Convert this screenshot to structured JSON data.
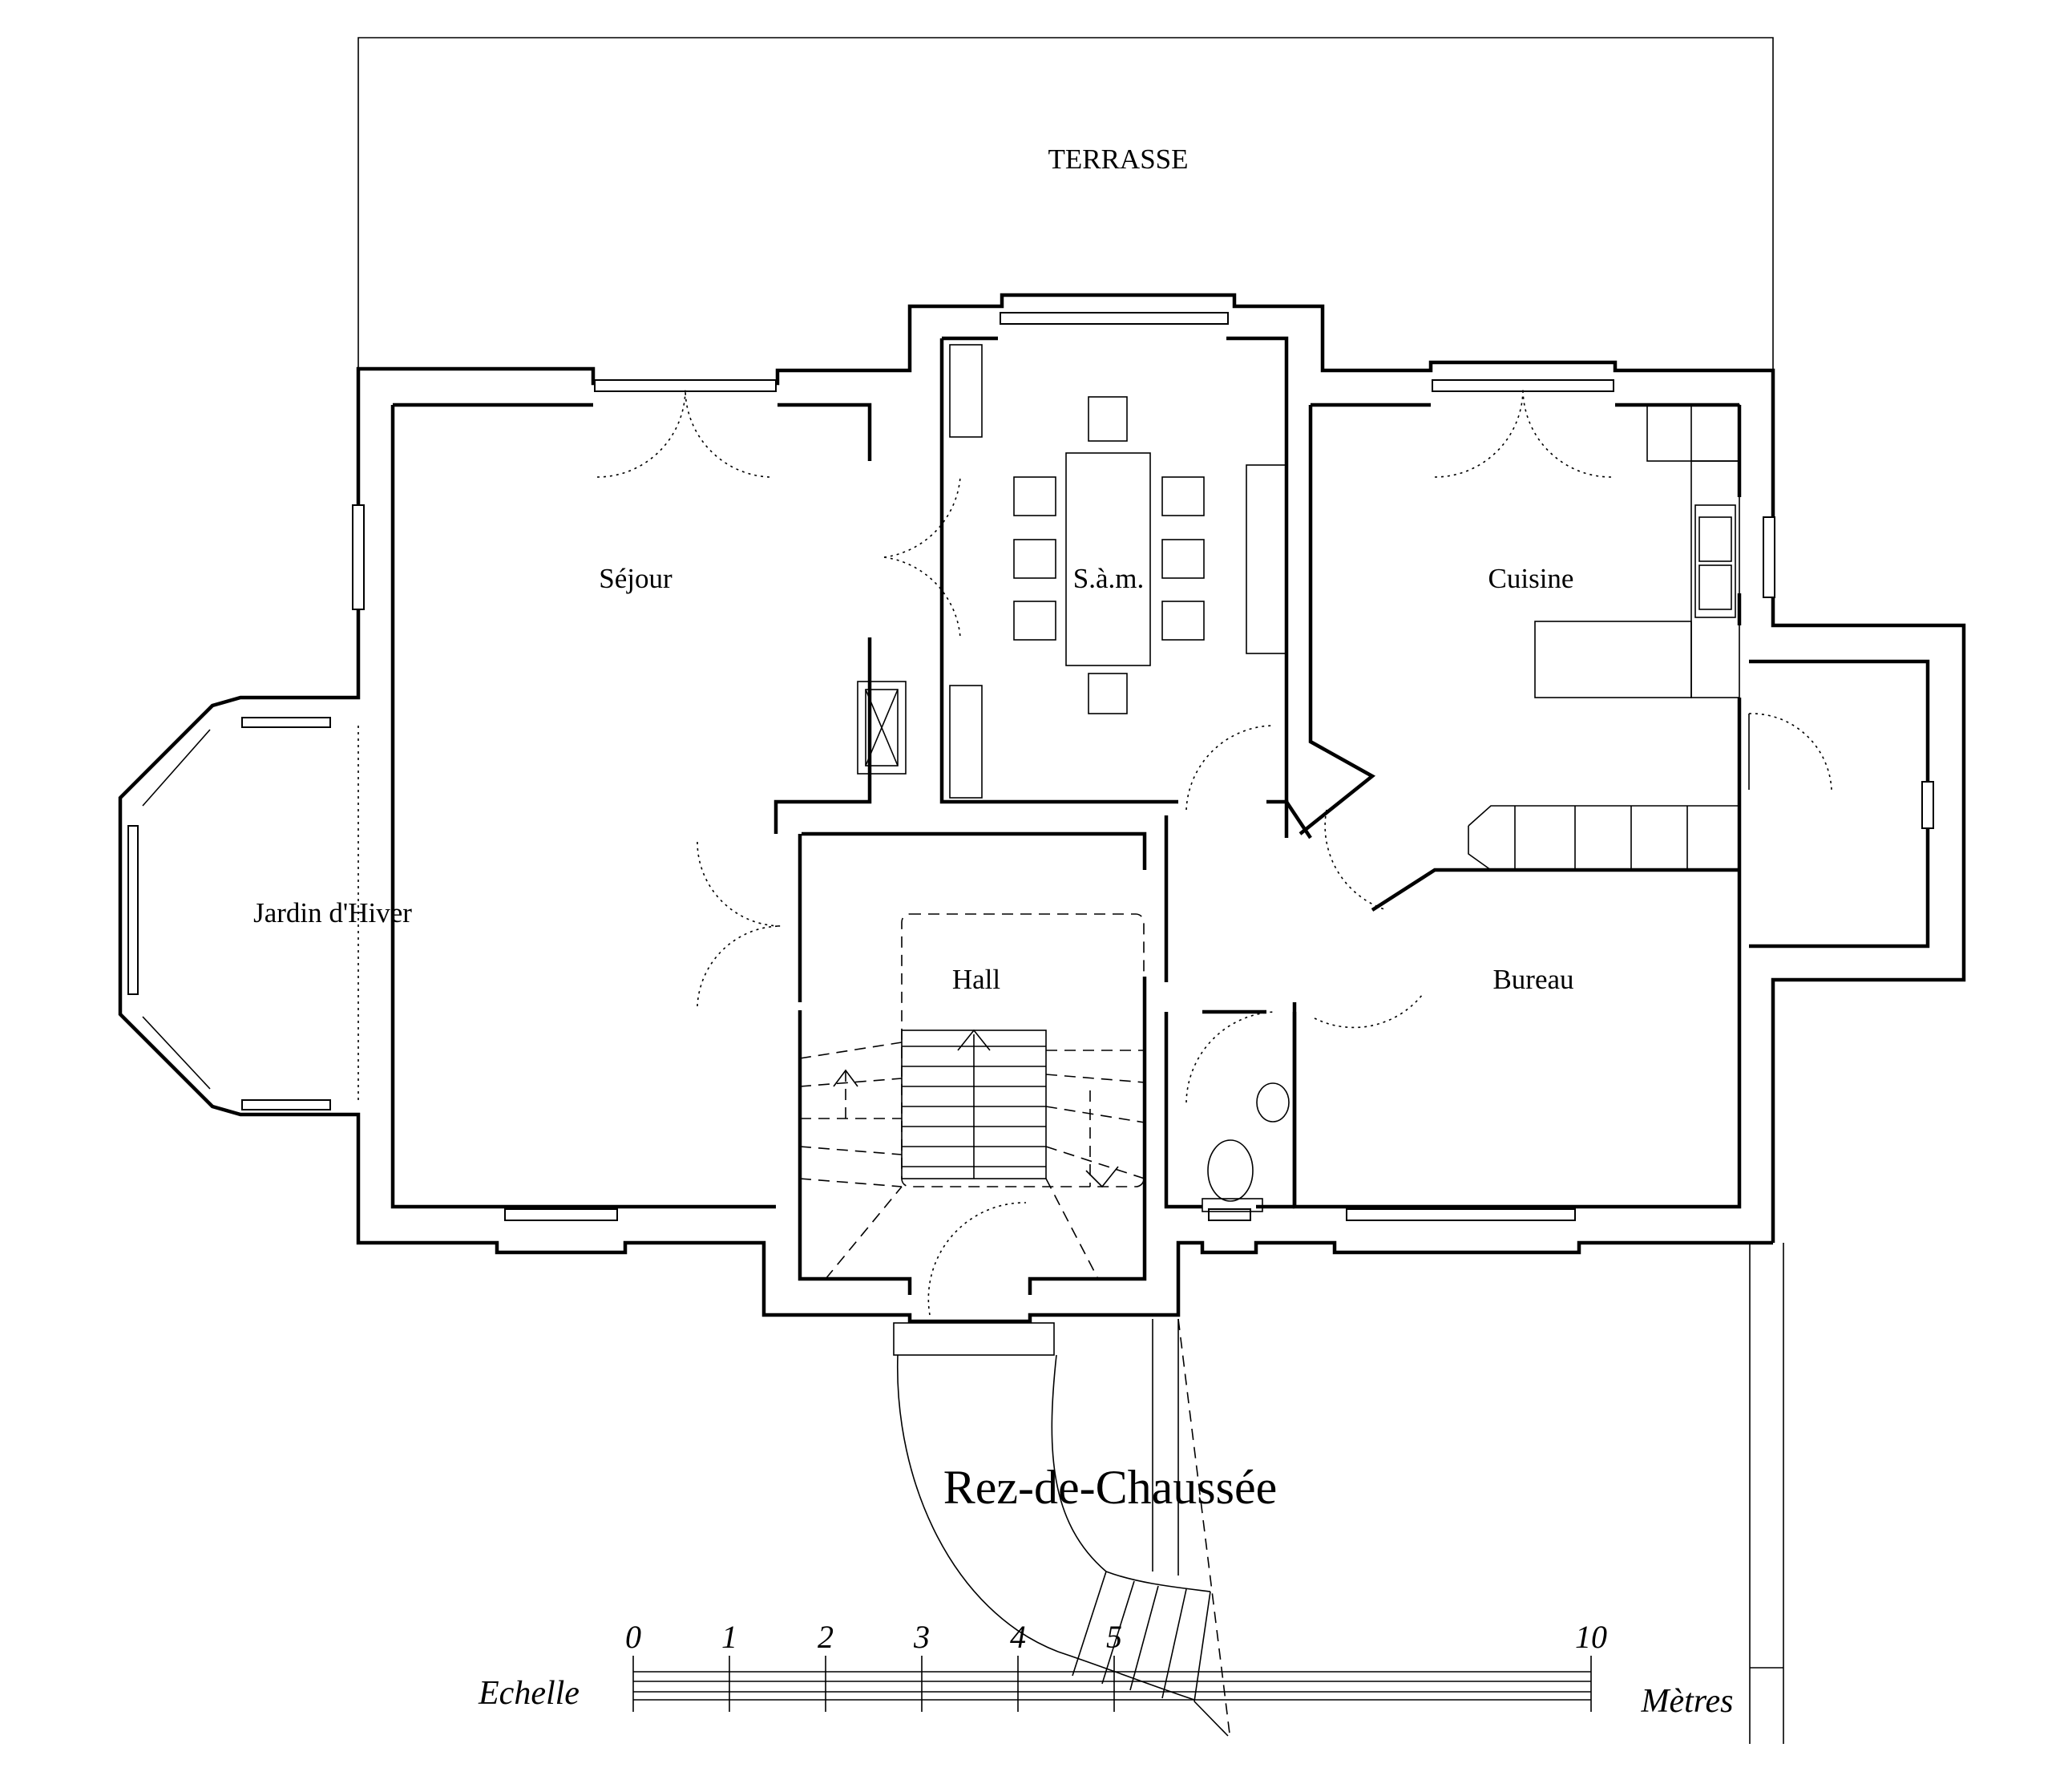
{
  "plan": {
    "title": "Rez-de-Chaussée",
    "rooms": {
      "terrasse": "TERRASSE",
      "sejour": "Séjour",
      "sam": "S.à.m.",
      "cuisine": "Cuisine",
      "jardin": "Jardin d'Hiver",
      "hall": "Hall",
      "bureau": "Bureau"
    }
  },
  "scale": {
    "label": "Echelle",
    "unit": "Mètres",
    "ticks": [
      "0",
      "1",
      "2",
      "3",
      "4",
      "5",
      "10"
    ]
  }
}
